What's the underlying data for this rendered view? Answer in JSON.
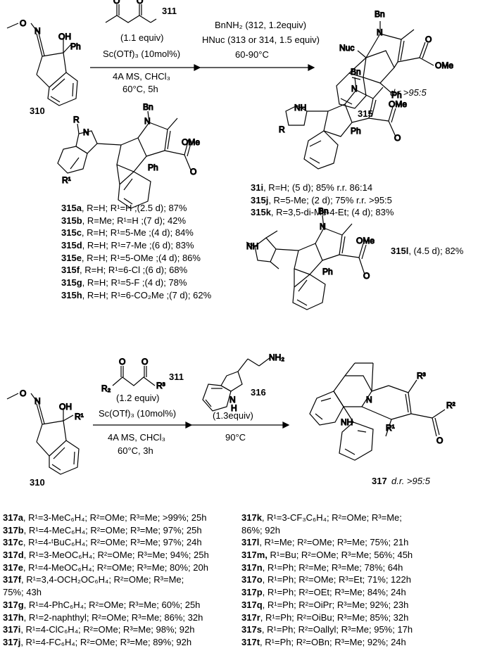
{
  "scheme1": {
    "sm_label": "310",
    "reagent1_label": "311",
    "reagent1_equiv": "(1.1 equiv)",
    "catalyst": "Sc(OTf)₃ (10mol%)",
    "cond1": "4A MS, CHCl₃",
    "cond2": "60°C, 5h",
    "reagent2": "BnNH₂ (312, 1.2equiv)",
    "reagent3": "HNuc (313 or 314, 1.5 equiv)",
    "cond3": "60-90°C",
    "product_label": "315",
    "dr": "d.r >95:5"
  },
  "atoms": {
    "oxime_O": "O",
    "oxime_N": "N",
    "OH": "OH",
    "Ph": "Ph",
    "Bn": "Bn",
    "N": "N",
    "Nuc": "Nuc",
    "OMe": "OMe",
    "O": "O",
    "NH": "NH",
    "R": "R",
    "R1": "R¹",
    "R2": "R₂",
    "R3": "R³",
    "R2sup": "R²",
    "NH2": "NH₂",
    "H": "H"
  },
  "list_315": [
    {
      "id": "315a",
      "text": ", R=H; R¹=H ;(2.5 d); 87%"
    },
    {
      "id": "315b",
      "text": ", R=Me; R¹=H ;(7 d); 42%"
    },
    {
      "id": "315c",
      "text": ", R=H; R¹=5-Me ;(4 d); 84%"
    },
    {
      "id": "315d",
      "text": ", R=H; R¹=7-Me ;(6 d); 83%"
    },
    {
      "id": "315e",
      "text": ", R=H; R¹=5-OMe ;(4 d); 86%"
    },
    {
      "id": "315f",
      "text": ", R=H; R¹=6-Cl ;(6 d); 68%"
    },
    {
      "id": "315g",
      "text": ", R=H; R¹=5-F ;(4 d); 78%"
    },
    {
      "id": "315h",
      "text": ", R=H; R¹=6-CO₂Me ;(7 d); 62%"
    }
  ],
  "list_pyrrole": [
    {
      "id": "31i",
      "text": ", R=H; (5 d); 85% r.r. 86:14"
    },
    {
      "id": "315j",
      "text": ", R=5-Me; (2 d); 75% r.r. >95:5"
    },
    {
      "id": "315k",
      "text": ", R=3,5-di-Me-4-Et; (4 d); 83%"
    }
  ],
  "item_315l": {
    "id": "315l",
    "text": ", (4.5 d); 82%"
  },
  "scheme2": {
    "sm_label": "310",
    "reagent1_label": "311",
    "reagent1_equiv": "(1.2 equiv)",
    "catalyst": "Sc(OTf)₃ (10mol%)",
    "cond1": "4A MS, CHCl₃",
    "cond2": "60°C, 3h",
    "reagent2_label": "316",
    "reagent2_equiv": "(1.3equiv)",
    "cond3": "90°C",
    "product_label": "317",
    "dr": "d.r. >95:5"
  },
  "list_317_left": [
    {
      "id": "317a",
      "text": ", R¹=3-MeC₆H₄; R²=OMe; R³=Me; >99%; 25h"
    },
    {
      "id": "317b",
      "text": ", R¹=4-MeC₆H₄; R²=OMe; R³=Me; 97%; 25h"
    },
    {
      "id": "317c",
      "text": ", R¹=4-ᵗBuC₆H₄; R²=OMe; R³=Me; 97%; 24h"
    },
    {
      "id": "317d",
      "text": ", R¹=3-MeOC₆H₄; R²=OMe; R³=Me; 94%; 25h"
    },
    {
      "id": "317e",
      "text": ", R¹=4-MeOC₆H₄; R²=OMe; R³=Me; 80%; 20h"
    },
    {
      "id": "317f",
      "text": ", R¹=3,4-OCH₂OC₆H₄; R²=OMe; R³=Me;"
    },
    {
      "id": "",
      "text": "75%; 43h"
    },
    {
      "id": "317g",
      "text": ", R¹=4-PhC₆H₄; R²=OMe; R³=Me; 60%; 25h"
    },
    {
      "id": "317h",
      "text": ", R¹=2-naphthyl; R²=OMe; R³=Me; 86%; 32h"
    },
    {
      "id": "317i",
      "text": ", R¹=4-ClC₆H₄; R²=OMe; R³=Me; 98%; 92h"
    },
    {
      "id": "317j",
      "text": ", R¹=4-FC₆H₄; R²=OMe; R³=Me; 89%; 92h"
    }
  ],
  "list_317_right": [
    {
      "id": "317k",
      "text": ", R¹=3-CF₃C₆H₄; R²=OMe; R³=Me;"
    },
    {
      "id": "",
      "text": "86%; 92h"
    },
    {
      "id": "317l",
      "text": ", R¹=Me; R²=OMe; R³=Me; 75%; 21h"
    },
    {
      "id": "317m,",
      "text": " R¹=Bu; R²=OMe; R³=Me; 56%; 45h"
    },
    {
      "id": "317n",
      "text": ", R¹=Ph; R²=Me; R³=Me; 78%; 64h"
    },
    {
      "id": "317o",
      "text": ", R¹=Ph; R²=OMe; R³=Et; 71%; 122h"
    },
    {
      "id": "317p",
      "text": ", R¹=Ph; R²=OEt; R³=Me; 84%; 24h"
    },
    {
      "id": "317q",
      "text": ", R¹=Ph; R²=OiPr; R³=Me; 92%; 23h"
    },
    {
      "id": "317r",
      "text": ", R¹=Ph; R²=OiBu; R³=Me; 85%; 32h"
    },
    {
      "id": "317s",
      "text": ", R¹=Ph; R²=Oallyl; R³=Me; 95%; 17h"
    },
    {
      "id": "317t",
      "text": ", R¹=Ph; R²=OBn; R³=Me; 92%; 24h"
    }
  ]
}
